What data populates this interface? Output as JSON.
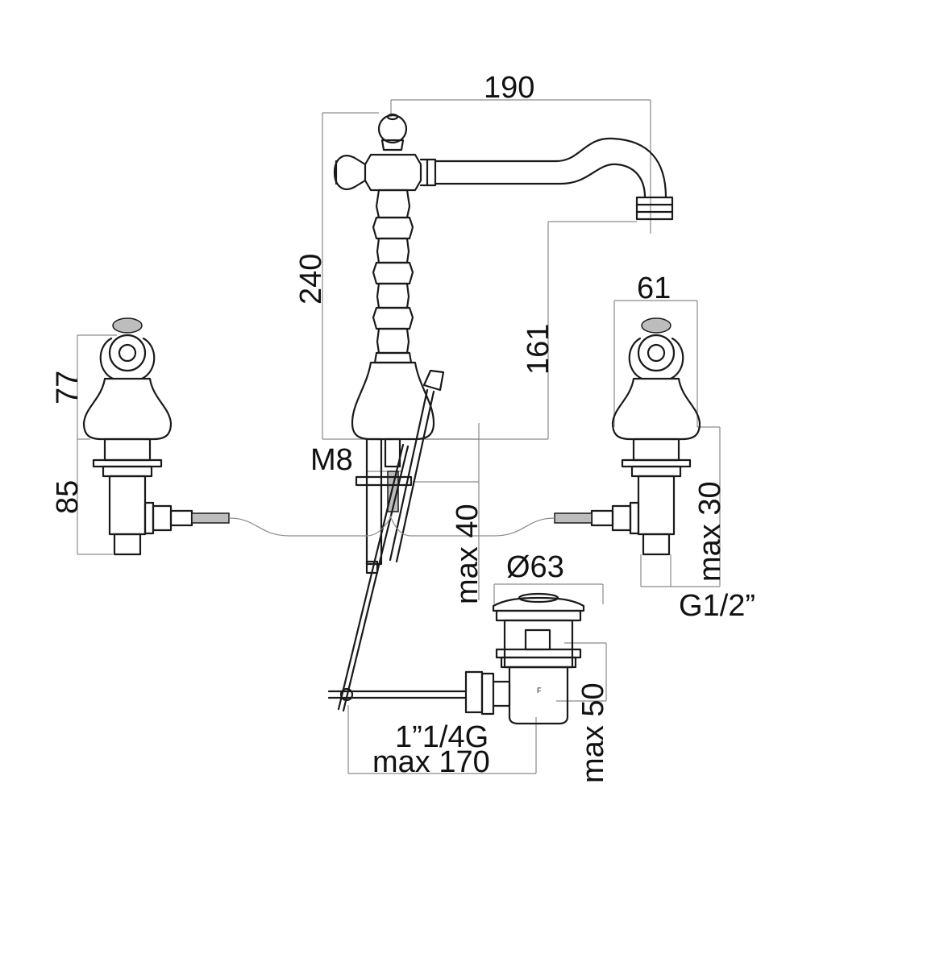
{
  "dimensions": {
    "overall_length": "190",
    "overall_height": "240",
    "spout_height": "161",
    "handle_width": "61",
    "handle_height": "77",
    "valve_body_height": "85",
    "mounting_thread": "M8",
    "max_deck_spout": "max 40",
    "max_deck_valves": "max 30",
    "drain_diameter": "Ø63",
    "valve_connection": "G1/2”",
    "drain_thread": "1”1/4G",
    "max_drain_length": "max 170",
    "max_drain_height": "max 50"
  }
}
